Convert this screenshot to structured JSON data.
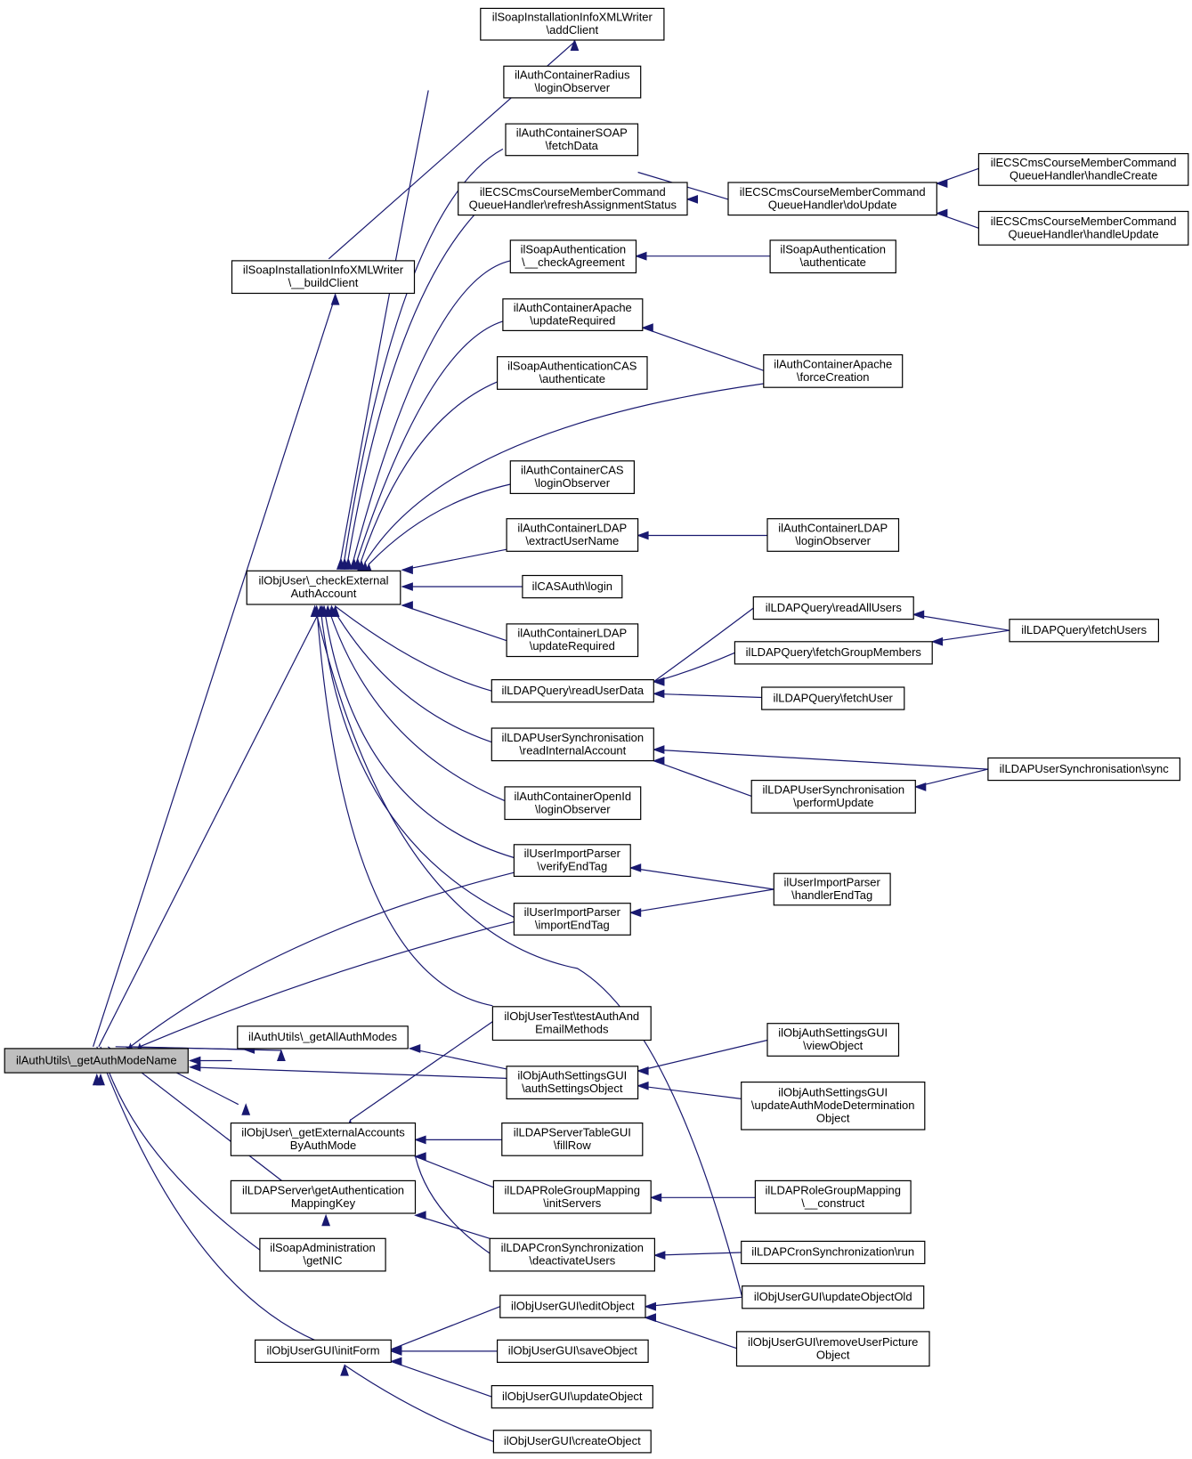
{
  "graph": {
    "colors": {
      "edge": "#191970",
      "node_fill": "#ffffff",
      "root_fill": "#bfbfbf",
      "node_border": "#000000"
    },
    "nodes": [
      {
        "id": "root",
        "lines": [
          "ilAuthUtils\\_getAuthModeName"
        ]
      },
      {
        "id": "n1",
        "lines": [
          "ilSoapInstallationInfoXMLWriter",
          "\\addClient"
        ]
      },
      {
        "id": "n2",
        "lines": [
          "ilAuthContainerRadius",
          "\\loginObserver"
        ]
      },
      {
        "id": "n3",
        "lines": [
          "ilAuthContainerSOAP",
          "\\fetchData"
        ]
      },
      {
        "id": "n4",
        "lines": [
          "ilECSCmsCourseMemberCommand",
          "QueueHandler\\refreshAssignmentStatus"
        ]
      },
      {
        "id": "n5",
        "lines": [
          "ilECSCmsCourseMemberCommand",
          "QueueHandler\\doUpdate"
        ]
      },
      {
        "id": "n6",
        "lines": [
          "ilECSCmsCourseMemberCommand",
          "QueueHandler\\handleCreate"
        ]
      },
      {
        "id": "n7",
        "lines": [
          "ilECSCmsCourseMemberCommand",
          "QueueHandler\\handleUpdate"
        ]
      },
      {
        "id": "n8",
        "lines": [
          "ilSoapAuthentication",
          "\\__checkAgreement"
        ]
      },
      {
        "id": "n9",
        "lines": [
          "ilSoapAuthentication",
          "\\authenticate"
        ]
      },
      {
        "id": "n10",
        "lines": [
          "ilSoapInstallationInfoXMLWriter",
          "\\__buildClient"
        ]
      },
      {
        "id": "n11",
        "lines": [
          "ilAuthContainerApache",
          "\\updateRequired"
        ]
      },
      {
        "id": "n12",
        "lines": [
          "ilAuthContainerApache",
          "\\forceCreation"
        ]
      },
      {
        "id": "n13",
        "lines": [
          "ilSoapAuthenticationCAS",
          "\\authenticate"
        ]
      },
      {
        "id": "n14",
        "lines": [
          "ilAuthContainerCAS",
          "\\loginObserver"
        ]
      },
      {
        "id": "n15",
        "lines": [
          "ilAuthContainerLDAP",
          "\\extractUserName"
        ]
      },
      {
        "id": "n16",
        "lines": [
          "ilAuthContainerLDAP",
          "\\loginObserver"
        ]
      },
      {
        "id": "n17",
        "lines": [
          "ilObjUser\\_checkExternal",
          "AuthAccount"
        ]
      },
      {
        "id": "n18",
        "lines": [
          "ilCASAuth\\login"
        ]
      },
      {
        "id": "n19",
        "lines": [
          "ilLDAPQuery\\readAllUsers"
        ]
      },
      {
        "id": "n20",
        "lines": [
          "ilLDAPQuery\\fetchUsers"
        ]
      },
      {
        "id": "n21",
        "lines": [
          "ilAuthContainerLDAP",
          "\\updateRequired"
        ]
      },
      {
        "id": "n22",
        "lines": [
          "ilLDAPQuery\\fetchGroupMembers"
        ]
      },
      {
        "id": "n23",
        "lines": [
          "ilLDAPQuery\\readUserData"
        ]
      },
      {
        "id": "n24",
        "lines": [
          "ilLDAPQuery\\fetchUser"
        ]
      },
      {
        "id": "n25",
        "lines": [
          "ilLDAPUserSynchronisation",
          "\\readInternalAccount"
        ]
      },
      {
        "id": "n26",
        "lines": [
          "ilLDAPUserSynchronisation\\sync"
        ]
      },
      {
        "id": "n27",
        "lines": [
          "ilLDAPUserSynchronisation",
          "\\performUpdate"
        ]
      },
      {
        "id": "n28",
        "lines": [
          "ilAuthContainerOpenId",
          "\\loginObserver"
        ]
      },
      {
        "id": "n29",
        "lines": [
          "ilUserImportParser",
          "\\verifyEndTag"
        ]
      },
      {
        "id": "n30",
        "lines": [
          "ilUserImportParser",
          "\\handlerEndTag"
        ]
      },
      {
        "id": "n31",
        "lines": [
          "ilUserImportParser",
          "\\importEndTag"
        ]
      },
      {
        "id": "n32",
        "lines": [
          "ilObjUserTest\\testAuthAnd",
          "EmailMethods"
        ]
      },
      {
        "id": "n33",
        "lines": [
          "ilObjAuthSettingsGUI",
          "\\viewObject"
        ]
      },
      {
        "id": "n34",
        "lines": [
          "ilAuthUtils\\_getAllAuthModes"
        ]
      },
      {
        "id": "n35",
        "lines": [
          "ilObjAuthSettingsGUI",
          "\\authSettingsObject"
        ]
      },
      {
        "id": "n36",
        "lines": [
          "ilObjAuthSettingsGUI",
          "\\updateAuthModeDetermination",
          "Object"
        ]
      },
      {
        "id": "n37",
        "lines": [
          "ilObjUser\\_getExternalAccounts",
          "ByAuthMode"
        ]
      },
      {
        "id": "n38",
        "lines": [
          "ilLDAPServerTableGUI",
          "\\fillRow"
        ]
      },
      {
        "id": "n39",
        "lines": [
          "ilLDAPServer\\getAuthentication",
          "MappingKey"
        ]
      },
      {
        "id": "n40",
        "lines": [
          "ilLDAPRoleGroupMapping",
          "\\initServers"
        ]
      },
      {
        "id": "n41",
        "lines": [
          "ilLDAPRoleGroupMapping",
          "\\__construct"
        ]
      },
      {
        "id": "n42",
        "lines": [
          "ilSoapAdministration",
          "\\getNIC"
        ]
      },
      {
        "id": "n43",
        "lines": [
          "ilLDAPCronSynchronization",
          "\\deactivateUsers"
        ]
      },
      {
        "id": "n44",
        "lines": [
          "ilLDAPCronSynchronization\\run"
        ]
      },
      {
        "id": "n45",
        "lines": [
          "ilObjUserGUI\\editObject"
        ]
      },
      {
        "id": "n46",
        "lines": [
          "ilObjUserGUI\\updateObjectOld"
        ]
      },
      {
        "id": "n47",
        "lines": [
          "ilObjUserGUI\\initForm"
        ]
      },
      {
        "id": "n48",
        "lines": [
          "ilObjUserGUI\\removeUserPicture",
          "Object"
        ]
      },
      {
        "id": "n49",
        "lines": [
          "ilObjUserGUI\\saveObject"
        ]
      },
      {
        "id": "n50",
        "lines": [
          "ilObjUserGUI\\updateObject"
        ]
      },
      {
        "id": "n51",
        "lines": [
          "ilObjUserGUI\\createObject"
        ]
      }
    ]
  }
}
